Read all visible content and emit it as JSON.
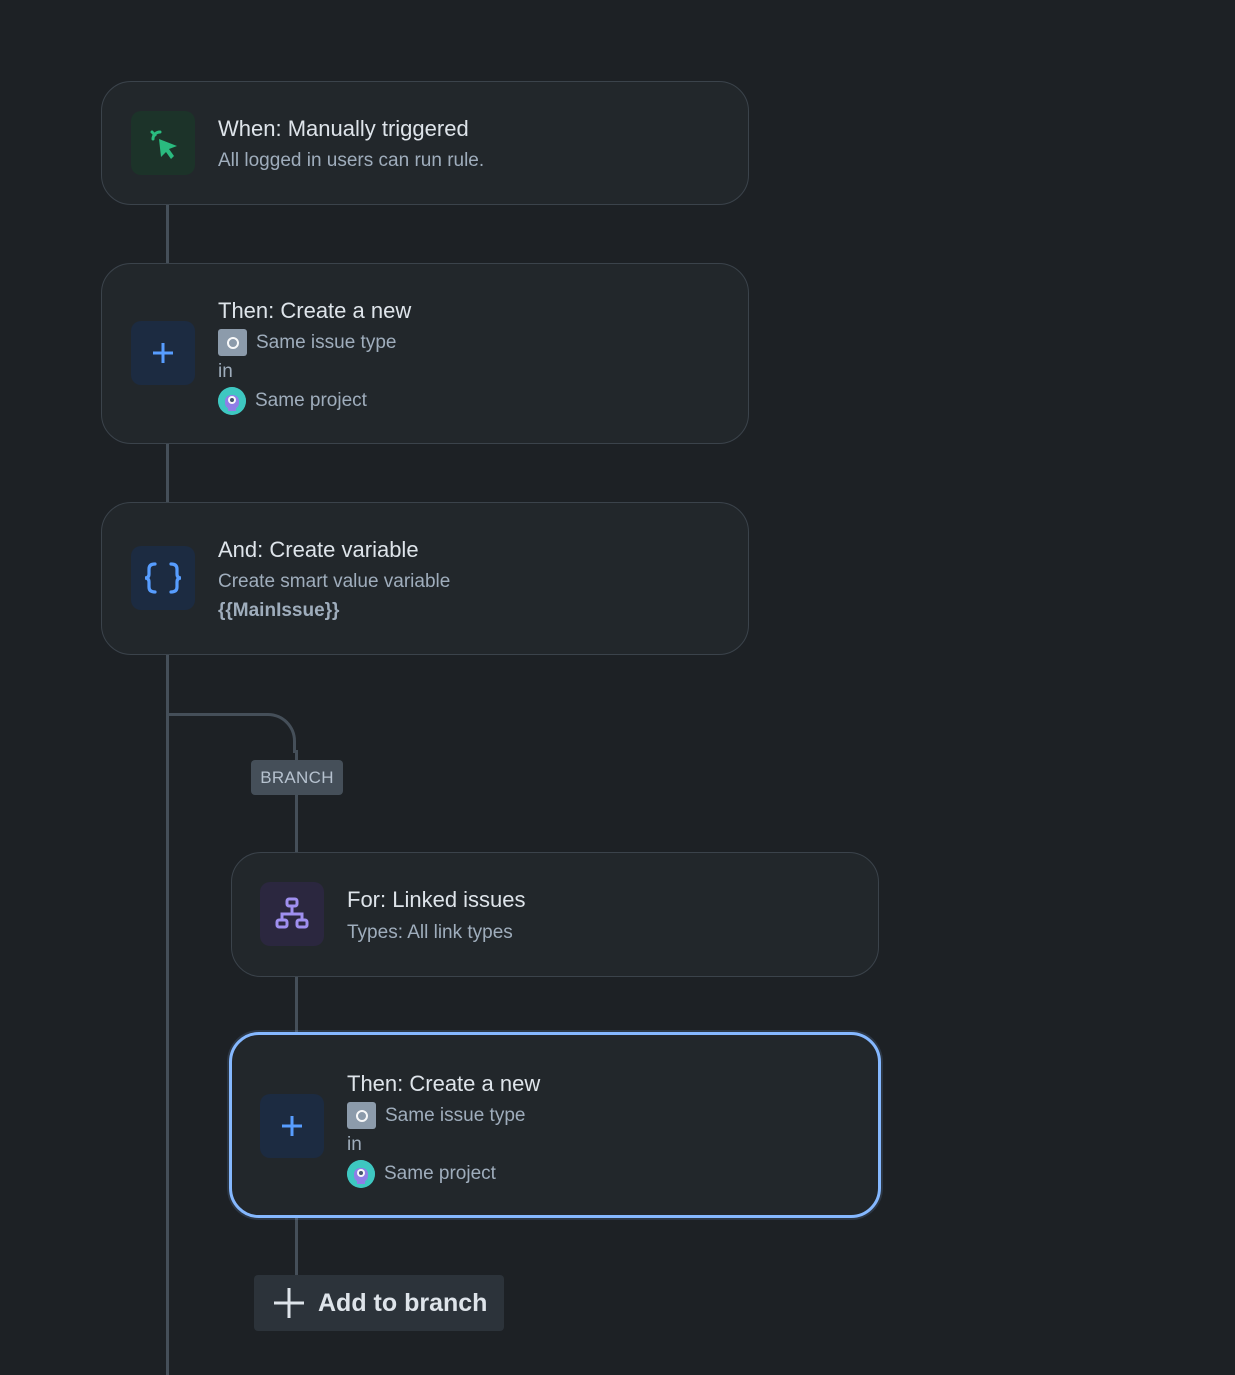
{
  "colors": {
    "background": "#1d2125",
    "card": "#22272b",
    "selected_border": "#85b8ff",
    "trigger_icon": "#2abb7f",
    "action_icon": "#579dff",
    "branch_icon": "#9f8fef",
    "connector": "#454f59"
  },
  "trigger": {
    "icon": "cursor-click-icon",
    "title": "When: Manually triggered",
    "subtitle": "All logged in users can run rule."
  },
  "action_create_1": {
    "icon": "plus-icon",
    "title": "Then: Create a new",
    "issue_type": "Same issue type",
    "in_label": "in",
    "project": "Same project"
  },
  "action_variable": {
    "icon": "braces-icon",
    "title": "And: Create variable",
    "subtitle": "Create smart value variable",
    "variable": "{{MainIssue}}"
  },
  "branch": {
    "label": "BRANCH",
    "for": {
      "icon": "hierarchy-icon",
      "title": "For: Linked issues",
      "subtitle": "Types: All link types"
    },
    "action_create_2": {
      "icon": "plus-icon",
      "title": "Then: Create a new",
      "issue_type": "Same issue type",
      "in_label": "in",
      "project": "Same project"
    },
    "add_button": "Add to branch"
  }
}
